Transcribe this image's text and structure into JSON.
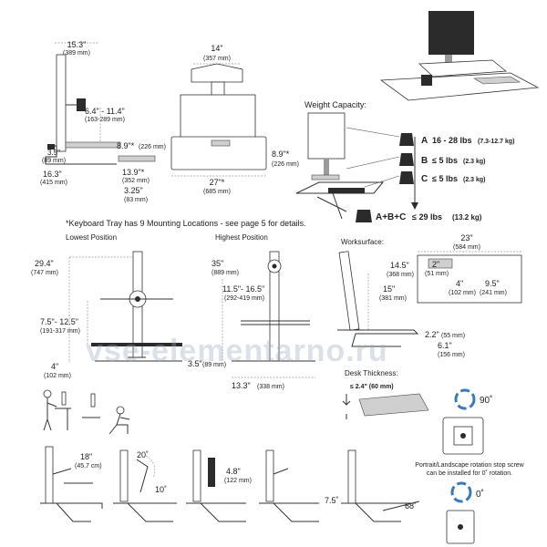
{
  "top_left": {
    "width": "15.3\"",
    "width_mm": "(389 mm)",
    "height_off": "6.4\" - 11.4\"",
    "height_off_mm": "(163-289 mm)",
    "base_h": "3.5\"",
    "base_h_mm": "(89 mm)",
    "depth": "16.3\"",
    "depth_mm": "(415 mm)",
    "clamp": "3.25\"",
    "clamp_mm": "(83 mm)",
    "tray_d": "8.9\"*",
    "tray_d_mm": "(226 mm)",
    "tray_w": "13.9\"*",
    "tray_w_mm": "(352 mm)"
  },
  "top_center": {
    "monitor_w": "14\"",
    "monitor_w_mm": "(357 mm)",
    "tray_d": "8.9\"*",
    "tray_d_mm": "(226 mm)",
    "tray_w": "27\"*",
    "tray_w_mm": "(685 mm)"
  },
  "weight": {
    "title": "Weight Capacity:",
    "rows": [
      {
        "letter": "A",
        "text": "16 - 28 lbs",
        "sub": "(7.3-12.7 kg)"
      },
      {
        "letter": "B",
        "text": "≤ 5 lbs",
        "sub": "(2.3 kg)"
      },
      {
        "letter": "C",
        "text": "≤ 5 lbs",
        "sub": "(2.3 kg)"
      },
      {
        "letter": "A+B+C",
        "text": "≤ 29 lbs",
        "sub": "(13.2 kg)"
      }
    ]
  },
  "note": "*Keyboard Tray has 9 Mounting Locations - see page 5 for details.",
  "lowest": {
    "label": "Lowest Position",
    "h": "29.4\"",
    "h_mm": "(747 mm)",
    "adj": "7.5\"- 12.5\"",
    "adj_mm": "(191-317 mm)",
    "base": "4\"",
    "base_mm": "(102 mm)"
  },
  "highest": {
    "label": "Highest Position",
    "h": "35\"",
    "h_mm": "(889 mm)",
    "adj": "11.5\"- 16.5\"",
    "adj_mm": "(292-419 mm)",
    "base": "3.5\"",
    "base_mm": "(89 mm)",
    "w": "13.3\"",
    "w_mm": "(338 mm)"
  },
  "worksurface": {
    "label": "Worksurface:",
    "w": "23\"",
    "w_mm": "(584 mm)",
    "d": "14.5\"",
    "d_mm": "(368 mm)",
    "s1": "2\"",
    "s1_mm": "(51 mm)",
    "s2": "4\"",
    "s2_mm": "(102 mm)",
    "s3": "9.5\"",
    "s3_mm": "(241 mm)",
    "h": "15\"",
    "h_mm": "(381 mm)",
    "e1": "2.2\"",
    "e1_mm": "(55 mm)",
    "e2": "6.1\"",
    "e2_mm": "(156 mm)"
  },
  "desk": {
    "label": "Desk Thickness:",
    "value": "≤ 2.4\" (60 mm)"
  },
  "tilts": {
    "a": "18\"",
    "a_mm": "(45.7 cm)",
    "b": "20˚",
    "c": "10˚",
    "d": "4.8\"",
    "d_mm": "(122 mm)",
    "e": "7.5˚",
    "f": "68˚"
  },
  "rotation": {
    "deg90": "90˚",
    "deg0": "0˚",
    "note": "Portrait/Landscape rotation stop screw can be installed for 0˚ rotation."
  },
  "watermark": "vse-elementarno.ru"
}
